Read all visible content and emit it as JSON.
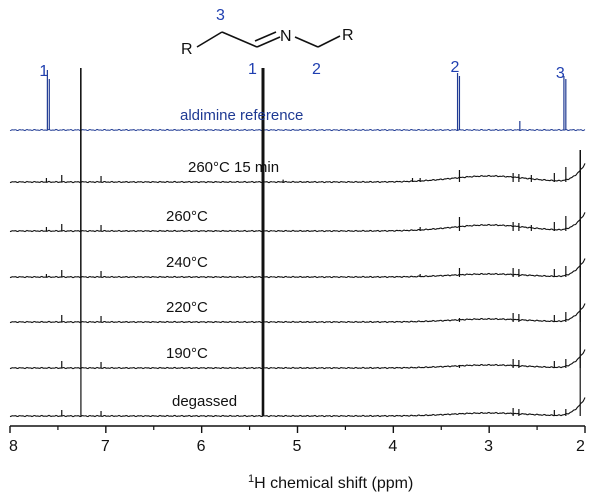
{
  "chart_data": {
    "type": "line",
    "title": "",
    "xlabel_sup": "1",
    "xlabel": "H chemical shift (ppm)",
    "xlim": [
      8,
      2
    ],
    "x_reversed": true,
    "xticks": [
      "8",
      "7",
      "6",
      "5",
      "4",
      "3",
      "2"
    ],
    "structure": {
      "left_group": "R",
      "atom": "N",
      "right_group": "R",
      "position_labels": [
        "3",
        "1",
        "2"
      ]
    },
    "peak_annotations": [
      {
        "label": "1",
        "ppm": 7.6
      },
      {
        "label": "2",
        "ppm": 3.31
      },
      {
        "label": "3",
        "ppm": 2.21
      }
    ],
    "series": [
      {
        "name": "aldimine reference",
        "color": "#1f3a93",
        "peaks": [
          {
            "ppm": 7.61,
            "height": 1.0
          },
          {
            "ppm": 7.59,
            "height": 0.85
          },
          {
            "ppm": 3.33,
            "height": 0.95
          },
          {
            "ppm": 3.31,
            "height": 0.9
          },
          {
            "ppm": 2.68,
            "height": 0.15
          },
          {
            "ppm": 2.22,
            "height": 0.9
          },
          {
            "ppm": 2.2,
            "height": 0.85
          }
        ]
      },
      {
        "name": "260°C 15 min",
        "color": "#111111",
        "peaks": [
          {
            "ppm": 7.62,
            "height": 0.2
          },
          {
            "ppm": 7.46,
            "height": 0.35
          },
          {
            "ppm": 7.26,
            "height": 1.0
          },
          {
            "ppm": 7.05,
            "height": 0.3
          },
          {
            "ppm": 5.36,
            "height": 1.0
          },
          {
            "ppm": 5.15,
            "height": 0.12
          },
          {
            "ppm": 3.8,
            "height": 0.2
          },
          {
            "ppm": 3.72,
            "height": 0.2
          },
          {
            "ppm": 3.31,
            "height": 0.6
          },
          {
            "ppm": 2.75,
            "height": 0.45
          },
          {
            "ppm": 2.69,
            "height": 0.4
          },
          {
            "ppm": 2.56,
            "height": 0.35
          },
          {
            "ppm": 2.32,
            "height": 0.45
          },
          {
            "ppm": 2.2,
            "height": 0.75
          },
          {
            "ppm": 2.05,
            "height": 0.9
          }
        ]
      },
      {
        "name": "260°C",
        "color": "#111111",
        "peaks": [
          {
            "ppm": 7.62,
            "height": 0.2
          },
          {
            "ppm": 7.46,
            "height": 0.35
          },
          {
            "ppm": 7.26,
            "height": 1.0
          },
          {
            "ppm": 7.05,
            "height": 0.3
          },
          {
            "ppm": 5.36,
            "height": 1.0
          },
          {
            "ppm": 3.72,
            "height": 0.2
          },
          {
            "ppm": 3.31,
            "height": 0.7
          },
          {
            "ppm": 2.75,
            "height": 0.45
          },
          {
            "ppm": 2.69,
            "height": 0.4
          },
          {
            "ppm": 2.56,
            "height": 0.3
          },
          {
            "ppm": 2.32,
            "height": 0.45
          },
          {
            "ppm": 2.2,
            "height": 0.75
          },
          {
            "ppm": 2.05,
            "height": 0.9
          }
        ]
      },
      {
        "name": "240°C",
        "color": "#111111",
        "peaks": [
          {
            "ppm": 7.62,
            "height": 0.15
          },
          {
            "ppm": 7.46,
            "height": 0.35
          },
          {
            "ppm": 7.26,
            "height": 1.0
          },
          {
            "ppm": 7.05,
            "height": 0.3
          },
          {
            "ppm": 5.36,
            "height": 1.0
          },
          {
            "ppm": 3.72,
            "height": 0.15
          },
          {
            "ppm": 3.31,
            "height": 0.45
          },
          {
            "ppm": 2.75,
            "height": 0.45
          },
          {
            "ppm": 2.69,
            "height": 0.4
          },
          {
            "ppm": 2.32,
            "height": 0.4
          },
          {
            "ppm": 2.2,
            "height": 0.55
          },
          {
            "ppm": 2.05,
            "height": 0.9
          }
        ]
      },
      {
        "name": "220°C",
        "color": "#111111",
        "peaks": [
          {
            "ppm": 7.46,
            "height": 0.35
          },
          {
            "ppm": 7.26,
            "height": 1.0
          },
          {
            "ppm": 7.05,
            "height": 0.3
          },
          {
            "ppm": 5.36,
            "height": 1.0
          },
          {
            "ppm": 3.31,
            "height": 0.2
          },
          {
            "ppm": 2.75,
            "height": 0.45
          },
          {
            "ppm": 2.69,
            "height": 0.4
          },
          {
            "ppm": 2.32,
            "height": 0.35
          },
          {
            "ppm": 2.2,
            "height": 0.5
          },
          {
            "ppm": 2.05,
            "height": 0.9
          }
        ]
      },
      {
        "name": "190°C",
        "color": "#111111",
        "peaks": [
          {
            "ppm": 7.46,
            "height": 0.35
          },
          {
            "ppm": 7.26,
            "height": 1.0
          },
          {
            "ppm": 7.05,
            "height": 0.3
          },
          {
            "ppm": 5.36,
            "height": 1.0
          },
          {
            "ppm": 3.31,
            "height": 0.12
          },
          {
            "ppm": 2.75,
            "height": 0.45
          },
          {
            "ppm": 2.69,
            "height": 0.4
          },
          {
            "ppm": 2.32,
            "height": 0.35
          },
          {
            "ppm": 2.2,
            "height": 0.45
          },
          {
            "ppm": 2.05,
            "height": 0.9
          }
        ]
      },
      {
        "name": "degassed",
        "color": "#111111",
        "peaks": [
          {
            "ppm": 7.46,
            "height": 0.3
          },
          {
            "ppm": 7.26,
            "height": 1.0
          },
          {
            "ppm": 7.05,
            "height": 0.25
          },
          {
            "ppm": 5.36,
            "height": 1.0
          },
          {
            "ppm": 2.75,
            "height": 0.4
          },
          {
            "ppm": 2.69,
            "height": 0.35
          },
          {
            "ppm": 2.32,
            "height": 0.3
          },
          {
            "ppm": 2.2,
            "height": 0.35
          },
          {
            "ppm": 2.05,
            "height": 0.95
          }
        ]
      }
    ]
  }
}
